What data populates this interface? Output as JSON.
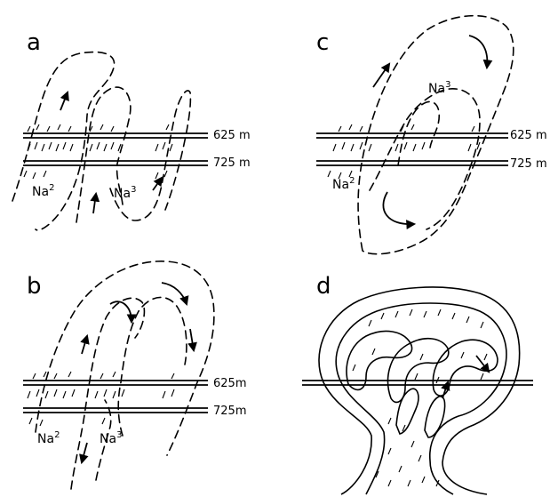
{
  "panels": [
    {
      "letter": "a",
      "upper_depth": "625 m",
      "lower_depth": "725 m",
      "labels": [
        "Na",
        "Na"
      ],
      "sups": [
        "2",
        "3"
      ]
    },
    {
      "letter": "b",
      "upper_depth": "625m",
      "lower_depth": "725m",
      "labels": [
        "Na",
        "Na"
      ],
      "sups": [
        "2",
        "3"
      ]
    },
    {
      "letter": "c",
      "upper_depth": "625 m",
      "lower_depth": "725 m",
      "labels": [
        "Na",
        "Na"
      ],
      "sups": [
        "3",
        "2"
      ]
    },
    {
      "letter": "d"
    }
  ],
  "colors": {
    "ink": "#000000",
    "background": "#ffffff"
  }
}
